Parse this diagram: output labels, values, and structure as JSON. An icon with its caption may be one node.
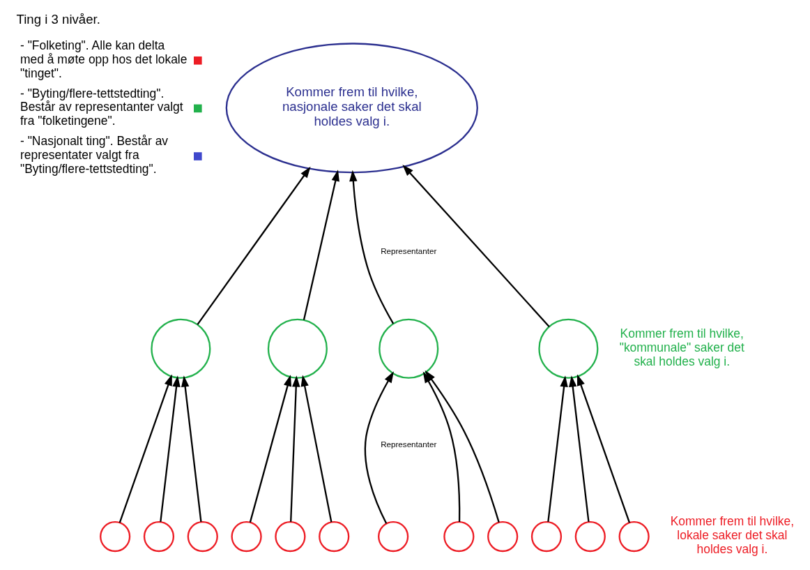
{
  "diagram": {
    "title": "Ting i 3 nivåer.",
    "nodes": [
      {
        "text": [
          "Kommer frem til hvilke, nasjonale saker det skal holdes valg i."
        ]
      },
      {
        "text": [],
        "shape": "circle"
      },
      {
        "text": [],
        "shape": "circle"
      },
      {
        "text": [],
        "shape": "circle"
      },
      {
        "text": [],
        "shape": "circle"
      },
      {
        "text": [],
        "shape": "circle"
      },
      {
        "text": [],
        "shape": "circle"
      },
      {
        "text": [],
        "shape": "circle"
      },
      {
        "text": [],
        "shape": "circle"
      },
      {
        "text": [],
        "shape": "circle"
      },
      {
        "text": [],
        "shape": "circle"
      },
      {
        "text": [],
        "shape": "circle"
      },
      {
        "text": [],
        "shape": "circle"
      },
      {
        "text": [],
        "shape": "circle"
      },
      {
        "text": [],
        "shape": "circle"
      },
      {
        "text": [],
        "shape": "circle"
      },
      {
        "text": [],
        "shape": "circle"
      }
    ],
    "edges": [
      {
        "from": 1,
        "to": 0,
        "arrow": "to"
      },
      {
        "from": 2,
        "to": 0,
        "arrow": "to"
      },
      {
        "from": 3,
        "to": 0,
        "arrow": "to"
      },
      {
        "from": 4,
        "to": 0,
        "arrow": "to"
      },
      {
        "from": 5,
        "to": 1,
        "arrow": "to"
      },
      {
        "from": 6,
        "to": 1,
        "arrow": "to"
      },
      {
        "from": 7,
        "to": 1,
        "arrow": "to"
      },
      {
        "from": 8,
        "to": 2,
        "arrow": "to"
      },
      {
        "from": 9,
        "to": 2,
        "arrow": "to"
      },
      {
        "from": 10,
        "to": 2,
        "arrow": "to"
      },
      {
        "from": 11,
        "to": 3,
        "arrow": "to"
      },
      {
        "from": 12,
        "to": 3,
        "arrow": "to"
      },
      {
        "from": 13,
        "to": 3,
        "arrow": "to"
      },
      {
        "from": 14,
        "to": 4,
        "arrow": "to"
      },
      {
        "from": 15,
        "to": 4,
        "arrow": "to"
      },
      {
        "from": 16,
        "to": 4,
        "arrow": "to"
      }
    ],
    "labels": [
      "Representanter",
      "Kommer frem til hvilke, \"kommunale\" saker det skal holdes valg i.",
      "Representanter",
      "Kommer frem til hvilke, lokale saker det skal holdes valg i."
    ],
    "legend": [
      {
        "text": "- \"Folketing\". Alle kan delta med å møte opp hos det lokale \"tinget\".",
        "color": "#ed1c24"
      },
      {
        "text": "- \"Byting/flere-tettstedting\". Består av representanter valgt fra \"folketingene\".",
        "color": "#22b14c"
      },
      {
        "text": "- \"Nasjonalt ting\". Består av representater valgt fra \"Byting/flere-tettstedting\".",
        "color": "#3f48cc"
      }
    ]
  }
}
